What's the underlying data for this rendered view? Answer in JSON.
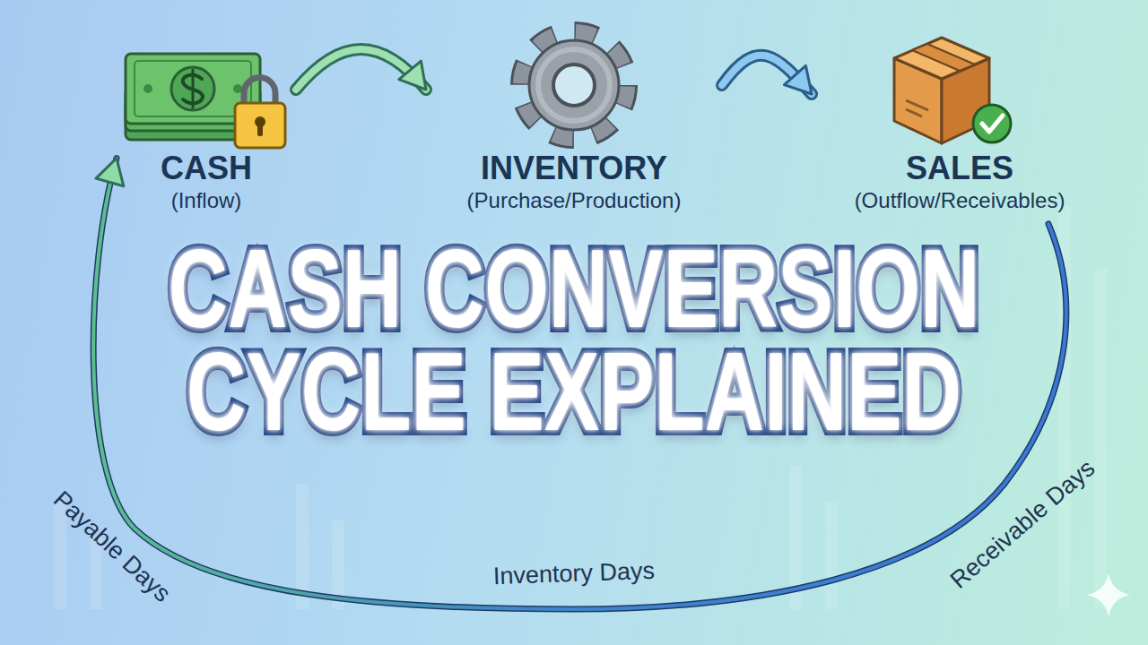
{
  "diagram": {
    "title": "CASH CONVERSION CYCLE EXPLAINED",
    "nodes": [
      {
        "text": [
          "CASH",
          "(Inflow)"
        ]
      },
      {
        "text": [
          "INVENTORY",
          "(Purchase/Production)"
        ]
      },
      {
        "text": [
          "SALES",
          "(Outflow/Receivables)"
        ]
      }
    ],
    "edges": [
      {
        "from": 0,
        "to": 1,
        "arrow": "to"
      },
      {
        "from": 1,
        "to": 2,
        "arrow": "to"
      },
      {
        "from": 2,
        "to": 0,
        "arrow": "to"
      }
    ],
    "labels": [
      "Payable Days",
      "Inventory Days",
      "Receivable Days"
    ]
  }
}
